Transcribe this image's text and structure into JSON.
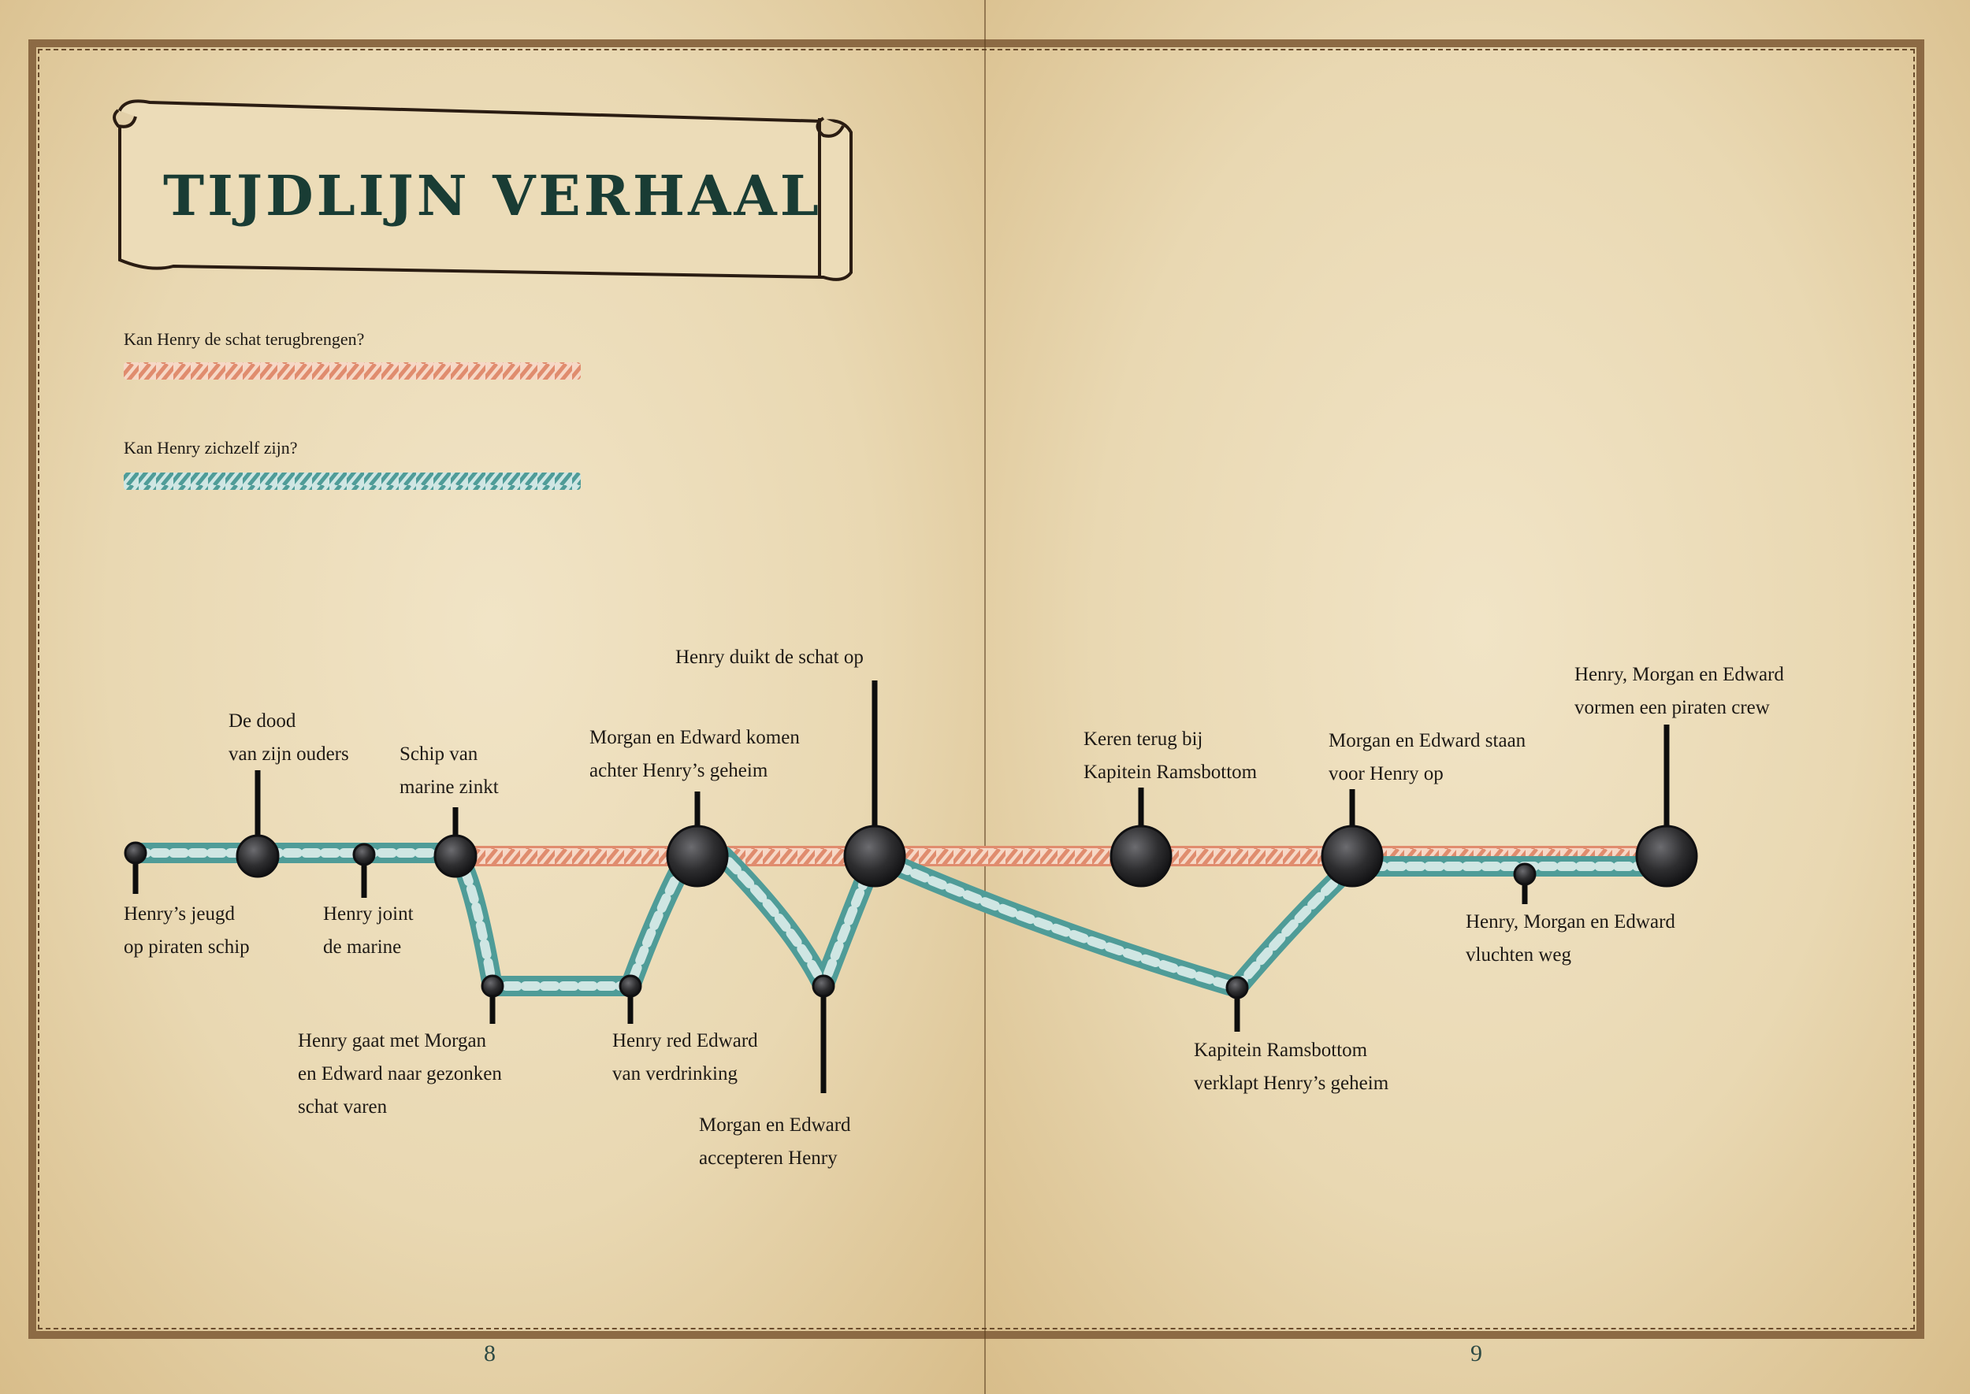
{
  "title": "TIJDLIJN VERHAAL",
  "colors": {
    "paper": "#ecdcb8",
    "title_ink": "#193c34",
    "orange_rope": "#e08c6e",
    "teal_rope": "#4f9c98",
    "marker": "#2e2e30",
    "stem": "#0d0d0d"
  },
  "legend": [
    {
      "label": "Kan Henry de schat terugbrengen?",
      "color": "orange"
    },
    {
      "label": "Kan Henry zichzelf zijn?",
      "color": "teal"
    }
  ],
  "events": [
    {
      "label": "Henry’s jeugd\nop piraten schip"
    },
    {
      "label": "De dood\nvan zijn ouders"
    },
    {
      "label": "Henry joint\nde marine"
    },
    {
      "label": "Schip van\nmarine zinkt"
    },
    {
      "label": "Henry gaat met Morgan\nen Edward naar gezonken\nschat varen"
    },
    {
      "label": "Henry red Edward\nvan verdrinking"
    },
    {
      "label": "Morgan en Edward komen\nachter Henry’s geheim"
    },
    {
      "label": "Morgan en Edward\naccepteren Henry"
    },
    {
      "label": "Henry duikt de schat op"
    },
    {
      "label": "Keren terug bij\nKapitein Ramsbottom"
    },
    {
      "label": "Kapitein Ramsbottom\nverklapt Henry’s geheim"
    },
    {
      "label": "Morgan en Edward staan\nvoor Henry op"
    },
    {
      "label": "Henry, Morgan en Edward\nvluchten weg"
    },
    {
      "label": "Henry, Morgan en Edward\nvormen een piraten crew"
    }
  ],
  "pages": [
    "8",
    "9"
  ]
}
